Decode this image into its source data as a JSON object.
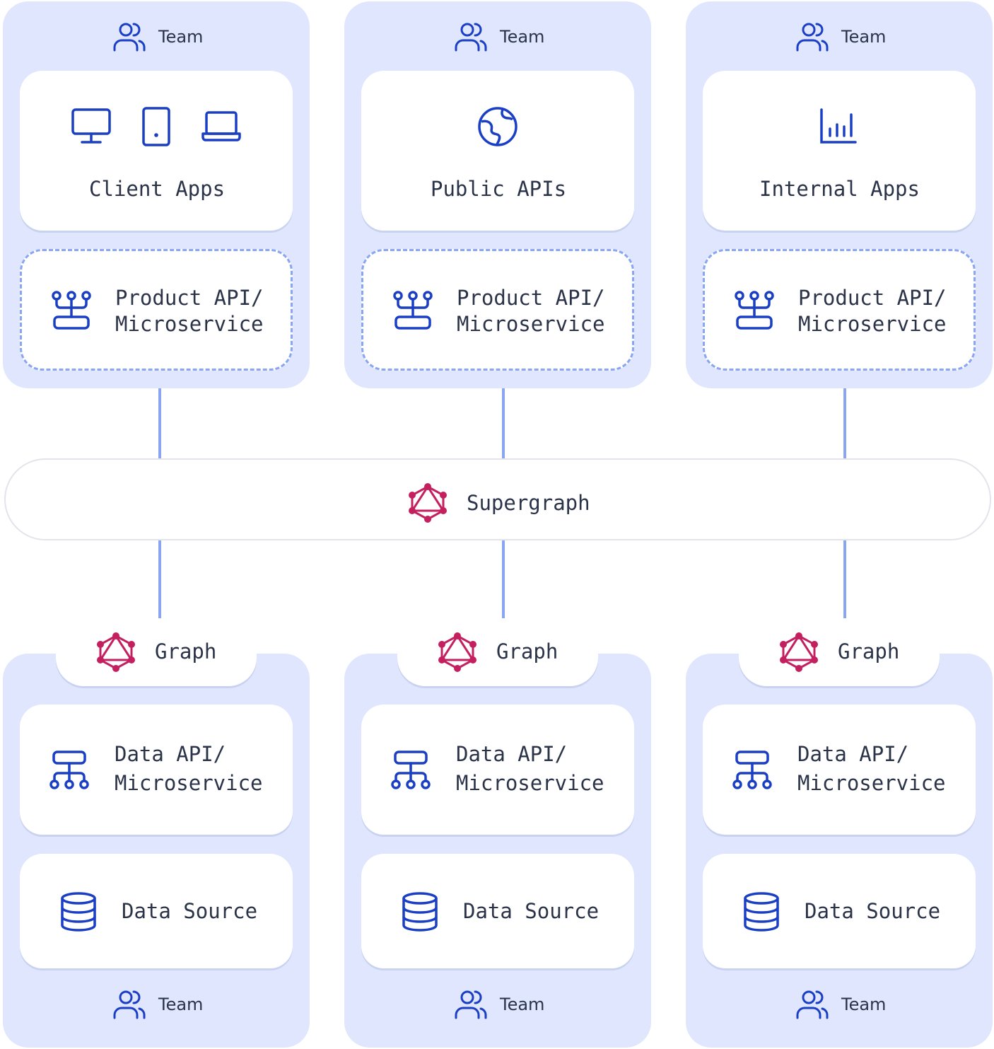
{
  "colors": {
    "panel": "#dfe6fd",
    "icon_blue": "#1a3fc4",
    "graphql_pink": "#c4205f",
    "connector": "#8aa6f3"
  },
  "top_columns": [
    {
      "team": "Team",
      "consumer": "Client Apps",
      "service": {
        "line1": "Product API/",
        "line2": "Microservice"
      },
      "icons": [
        "monitor-icon",
        "tablet-icon",
        "laptop-icon"
      ]
    },
    {
      "team": "Team",
      "consumer": "Public APIs",
      "service": {
        "line1": "Product API/",
        "line2": "Microservice"
      },
      "icons": [
        "globe-icon"
      ]
    },
    {
      "team": "Team",
      "consumer": "Internal Apps",
      "service": {
        "line1": "Product API/",
        "line2": "Microservice"
      },
      "icons": [
        "bar-chart-icon"
      ]
    }
  ],
  "supergraph": {
    "label": "Supergraph",
    "icon": "graphql-icon"
  },
  "bottom_columns": [
    {
      "graph": "Graph",
      "service": {
        "line1": "Data API/",
        "line2": "Microservice"
      },
      "source": "Data Source",
      "team": "Team"
    },
    {
      "graph": "Graph",
      "service": {
        "line1": "Data API/",
        "line2": "Microservice"
      },
      "source": "Data Source",
      "team": "Team"
    },
    {
      "graph": "Graph",
      "service": {
        "line1": "Data API/",
        "line2": "Microservice"
      },
      "source": "Data Source",
      "team": "Team"
    }
  ]
}
